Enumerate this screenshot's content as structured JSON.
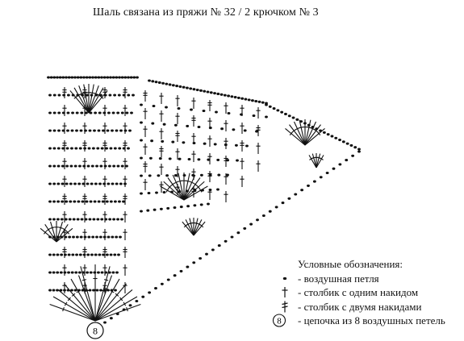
{
  "title": "Шаль связана из пряжи № 32 / 2 крючком № 3",
  "legend": {
    "heading": "Условные обозначения:",
    "items": [
      {
        "symbol": "chain-stitch-dot",
        "label": "- воздушная петля"
      },
      {
        "symbol": "double-crochet-cross",
        "label": "- столбик с одним накидом"
      },
      {
        "symbol": "treble-crochet-cross",
        "label": "- столбик с двумя накидами"
      },
      {
        "symbol": "circled-8",
        "label": "- цепочка из 8 воздушных петель"
      }
    ]
  },
  "chart_start_label": "8",
  "legend_circle_label": "8"
}
